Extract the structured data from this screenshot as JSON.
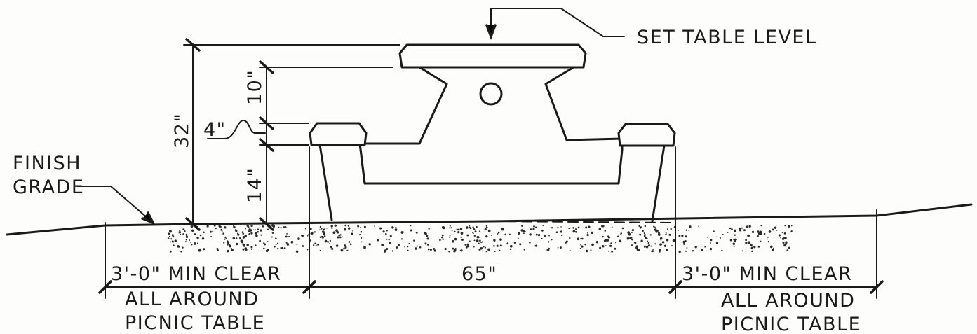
{
  "labels": {
    "set_table_level": "SET TABLE LEVEL",
    "finish_grade_line1": "FINISH",
    "finish_grade_line2": "GRADE",
    "dim_total_height": "32\"",
    "dim_leg_gap": "10\"",
    "dim_seat_thickness": "4\"",
    "dim_seat_height": "14\"",
    "dim_table_width": "65\"",
    "clear_left": "3'-0\" MIN CLEAR",
    "clear_left_note1": "ALL AROUND",
    "clear_left_note2": "PICNIC TABLE",
    "clear_right": "3'-0\" MIN CLEAR",
    "clear_right_note1": "ALL AROUND",
    "clear_right_note2": "PICNIC TABLE"
  }
}
